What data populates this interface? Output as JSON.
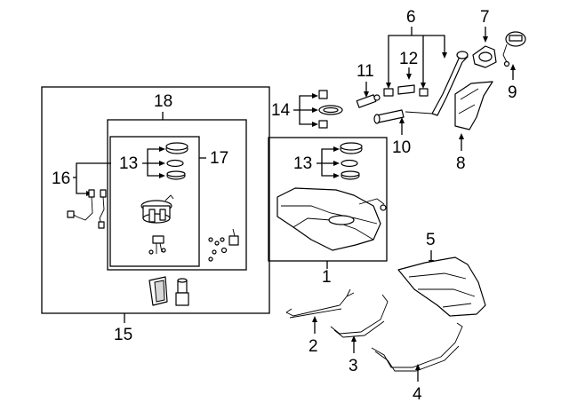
{
  "diagram": {
    "callouts": [
      {
        "id": "c1",
        "label": "1"
      },
      {
        "id": "c2",
        "label": "2"
      },
      {
        "id": "c3",
        "label": "3"
      },
      {
        "id": "c4",
        "label": "4"
      },
      {
        "id": "c5",
        "label": "5"
      },
      {
        "id": "c6",
        "label": "6"
      },
      {
        "id": "c7",
        "label": "7"
      },
      {
        "id": "c8",
        "label": "8"
      },
      {
        "id": "c9",
        "label": "9"
      },
      {
        "id": "c10",
        "label": "10"
      },
      {
        "id": "c11",
        "label": "11"
      },
      {
        "id": "c12",
        "label": "12"
      },
      {
        "id": "c13a",
        "label": "13"
      },
      {
        "id": "c13b",
        "label": "13"
      },
      {
        "id": "c14",
        "label": "14"
      },
      {
        "id": "c15",
        "label": "15"
      },
      {
        "id": "c16",
        "label": "16"
      },
      {
        "id": "c17",
        "label": "17"
      },
      {
        "id": "c18",
        "label": "18"
      }
    ]
  }
}
